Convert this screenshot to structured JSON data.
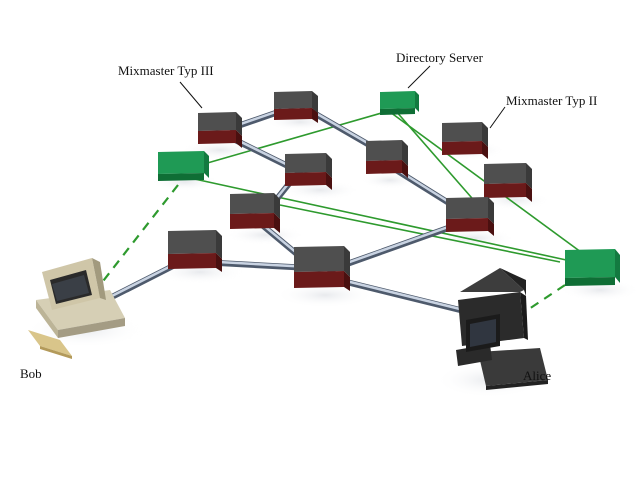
{
  "labels": {
    "mixmaster_typ_3": "Mixmaster Typ III",
    "directory_server": "Directory Server",
    "mixmaster_typ_2": "Mixmaster Typ II",
    "bob": "Bob",
    "alice": "Alice"
  },
  "colors": {
    "server_top": "#555555",
    "server_front": "#7a1f1f",
    "server_side": "#5c1414",
    "directory_top": "#2fb36a",
    "directory_front": "#15803d",
    "cable": "#8ea0b8",
    "green_link": "#2e9a2e",
    "monitor_beige": "#cfc6a8",
    "computer_dark": "#2a2a2a"
  }
}
